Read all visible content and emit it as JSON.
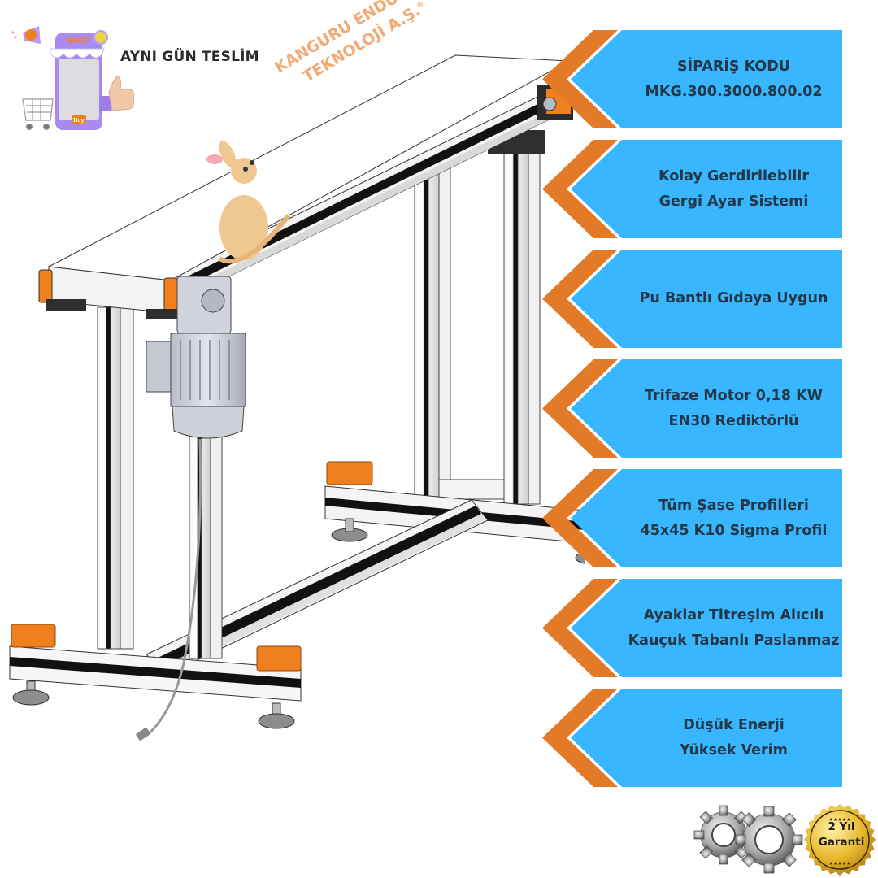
{
  "promo": {
    "title": "AYNI GÜN TESLİM",
    "illustration": {
      "icon": "shop-phone-icon",
      "shop_label": "SHOP",
      "buy_label": "Buy"
    }
  },
  "watermark": {
    "line1": "KANGURU ENDÜSTRİ",
    "line2": "TEKNOLOJİ A.Ş.",
    "registered": "®",
    "mascot": "kangaroo-mascot-icon"
  },
  "product": {
    "name": "conveyor-illustration",
    "parts": [
      "belt",
      "drive-motor",
      "gear-reducer",
      "aluminum-profile-frame",
      "leveling-feet",
      "power-cable"
    ]
  },
  "features": [
    {
      "lines": [
        "SİPARİŞ KODU",
        "MKG.300.3000.800.02"
      ]
    },
    {
      "lines": [
        "Kolay Gerdirilebilir",
        "Gergi Ayar Sistemi"
      ]
    },
    {
      "lines": [
        "Pu Bantlı Gıdaya Uygun"
      ]
    },
    {
      "lines": [
        "Trifaze Motor 0,18 KW",
        "EN30 Rediktörlü"
      ]
    },
    {
      "lines": [
        "Tüm Şase Profilleri",
        "45x45 K10 Sigma Profil"
      ]
    },
    {
      "lines": [
        "Ayaklar Titreşim Alıcılı",
        "Kauçuk Tabanlı Paslanmaz"
      ]
    },
    {
      "lines": [
        "Düşük Enerji",
        "Yüksek Verim"
      ]
    }
  ],
  "warranty": {
    "line1": "2 Yıl",
    "line2": "Garanti",
    "stars": "★★★★★"
  },
  "colors": {
    "banner_blue": "#38b6ff",
    "chevron_orange": "#e37a28",
    "text_dark": "#243746",
    "badge_gold": "#d9a520",
    "watermark_orange": "#f0a36a",
    "frame_orange": "#f07f1d"
  }
}
